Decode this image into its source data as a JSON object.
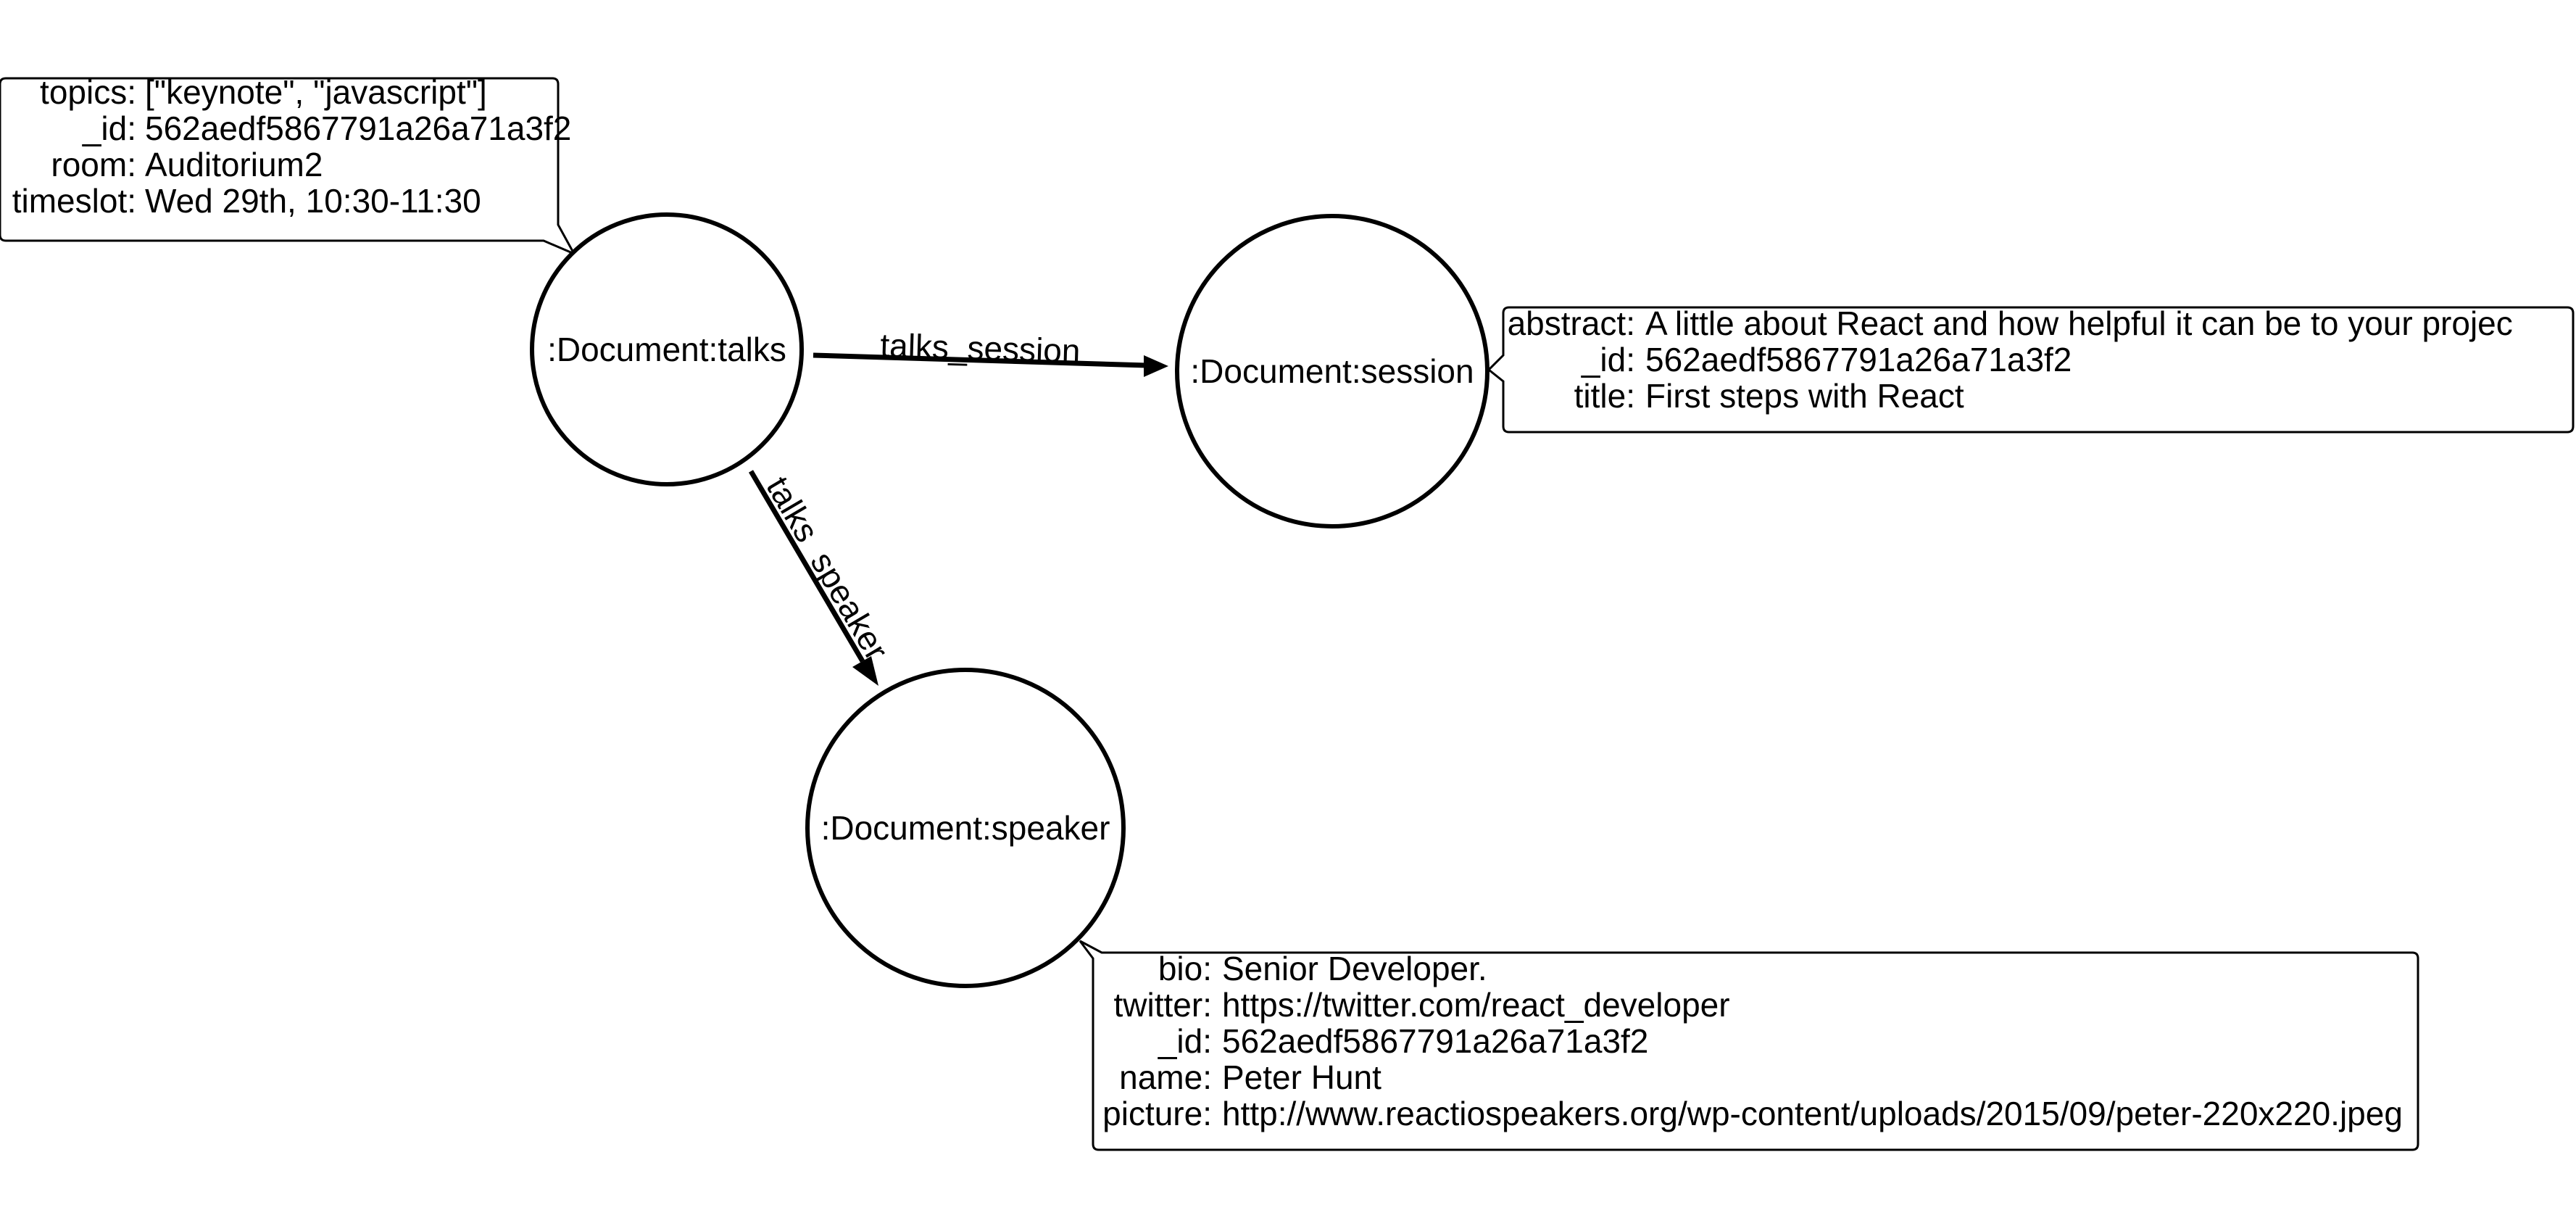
{
  "diagram": {
    "nodes": {
      "talks": {
        "label": ":Document:talks",
        "properties": [
          {
            "key": "topics",
            "value": "[\"keynote\", \"javascript\"]"
          },
          {
            "key": "_id",
            "value": "562aedf5867791a26a71a3f2"
          },
          {
            "key": "room",
            "value": "Auditorium2"
          },
          {
            "key": "timeslot",
            "value": "Wed 29th, 10:30-11:30"
          }
        ]
      },
      "session": {
        "label": ":Document:session",
        "properties": [
          {
            "key": "abstract",
            "value": "A little about React and how helpful it can be to your projec"
          },
          {
            "key": "_id",
            "value": "562aedf5867791a26a71a3f2"
          },
          {
            "key": "title",
            "value": "First steps with React"
          }
        ]
      },
      "speaker": {
        "label": ":Document:speaker",
        "properties": [
          {
            "key": "bio",
            "value": "Senior Developer."
          },
          {
            "key": "twitter",
            "value": "https://twitter.com/react_developer"
          },
          {
            "key": "_id",
            "value": "562aedf5867791a26a71a3f2"
          },
          {
            "key": "name",
            "value": "Peter Hunt"
          },
          {
            "key": "picture",
            "value": "http://www.reactiospeakers.org/wp-content/uploads/2015/09/peter-220x220.jpeg"
          }
        ]
      }
    },
    "edges": {
      "talks_session": {
        "label": "talks_session"
      },
      "talks_speaker": {
        "label": "talks_speaker"
      }
    }
  }
}
